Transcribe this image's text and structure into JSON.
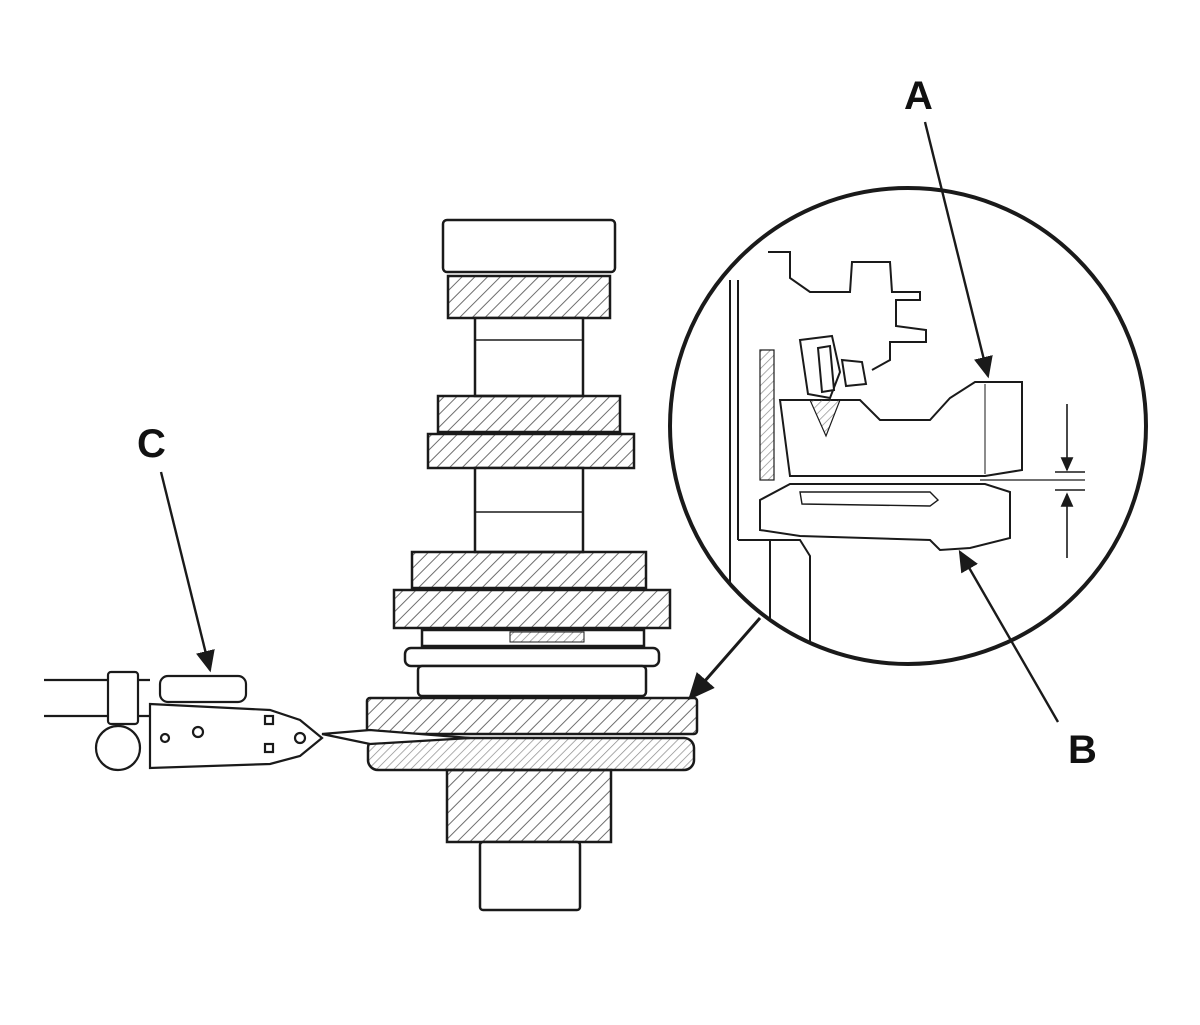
{
  "callouts": {
    "a": "A",
    "b": "B",
    "c": "C"
  },
  "colors": {
    "line": "#1a1a1a",
    "hatch": "#6e6e6e",
    "background": "#ffffff"
  }
}
